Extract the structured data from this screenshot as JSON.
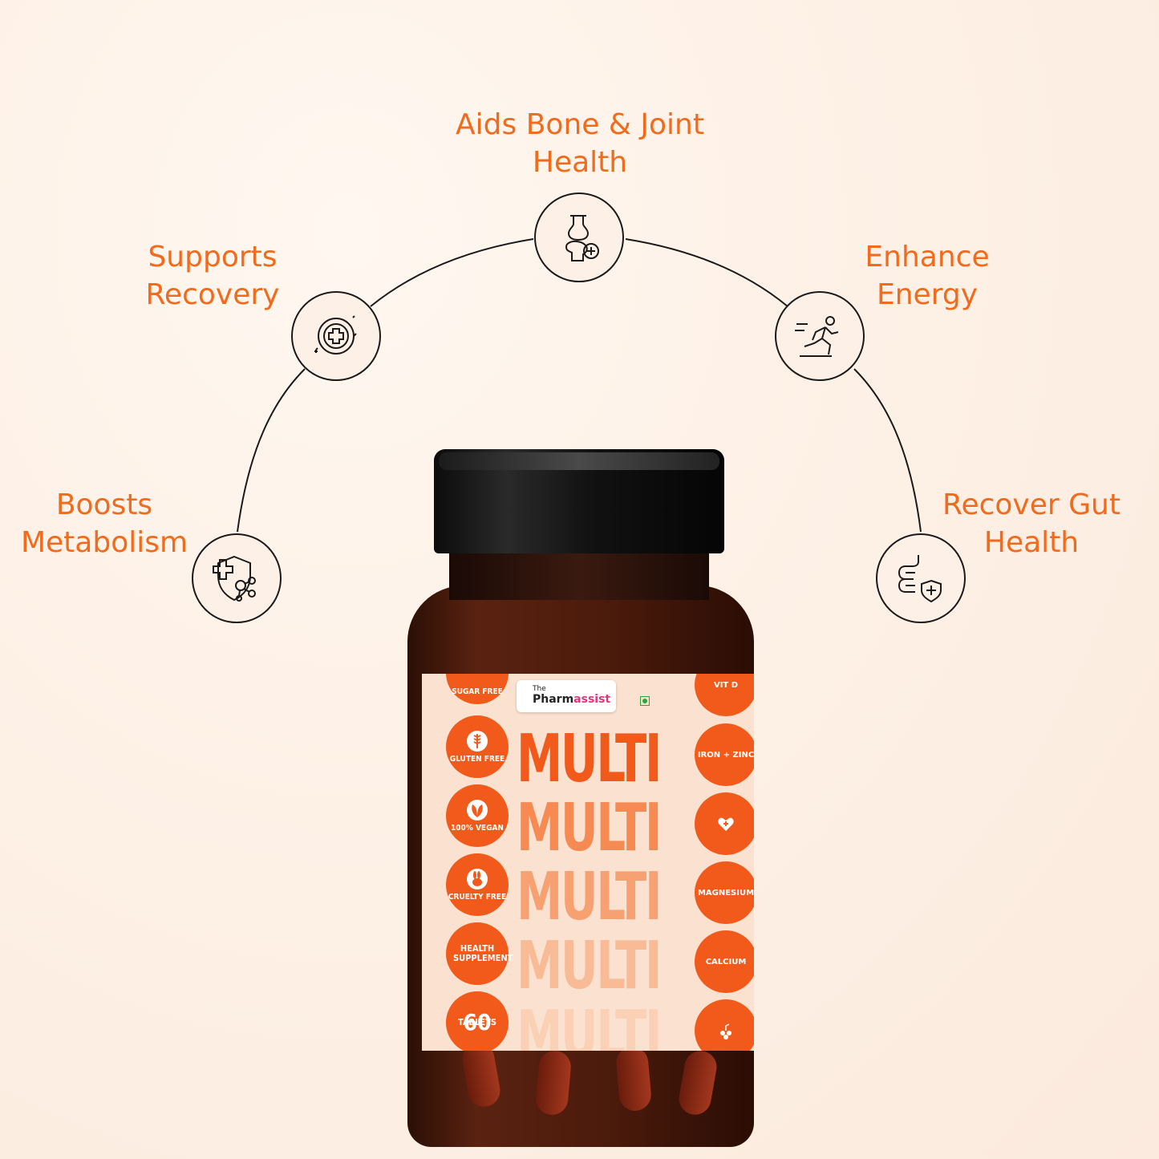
{
  "benefits": {
    "top": {
      "line1": "Aids Bone & Joint",
      "line2": "Health",
      "icon": "bone-joint-icon"
    },
    "upper_left": {
      "line1": "Supports",
      "line2": "Recovery",
      "icon": "recovery-cross-icon"
    },
    "upper_right": {
      "line1": "Enhance",
      "line2": "Energy",
      "icon": "running-person-icon"
    },
    "lower_left": {
      "line1": "Boosts",
      "line2": "Metabolism",
      "icon": "shield-molecule-icon"
    },
    "lower_right": {
      "line1": "Recover Gut",
      "line2": "Health",
      "icon": "intestine-shield-icon"
    }
  },
  "product": {
    "brand_prefix": "The",
    "brand_main": "Pharm",
    "brand_accent": "assist",
    "name": "MULTI",
    "count": "60",
    "count_unit": "TABLETS",
    "left_badges": [
      "SUGAR FREE",
      "GLUTEN FREE",
      "100% VEGAN",
      "CRUELTY FREE",
      "HEALTH SUPPLEMENT"
    ],
    "right_badges": [
      "VIT D",
      "IRON + ZINC",
      "",
      "MAGNESIUM",
      "CALCIUM",
      ""
    ]
  },
  "colors": {
    "accent": "#f26a1b",
    "background": "#fdf1e7",
    "bottle": "#4a1a0b",
    "cap": "#111111",
    "label": "#fbe1cf"
  }
}
